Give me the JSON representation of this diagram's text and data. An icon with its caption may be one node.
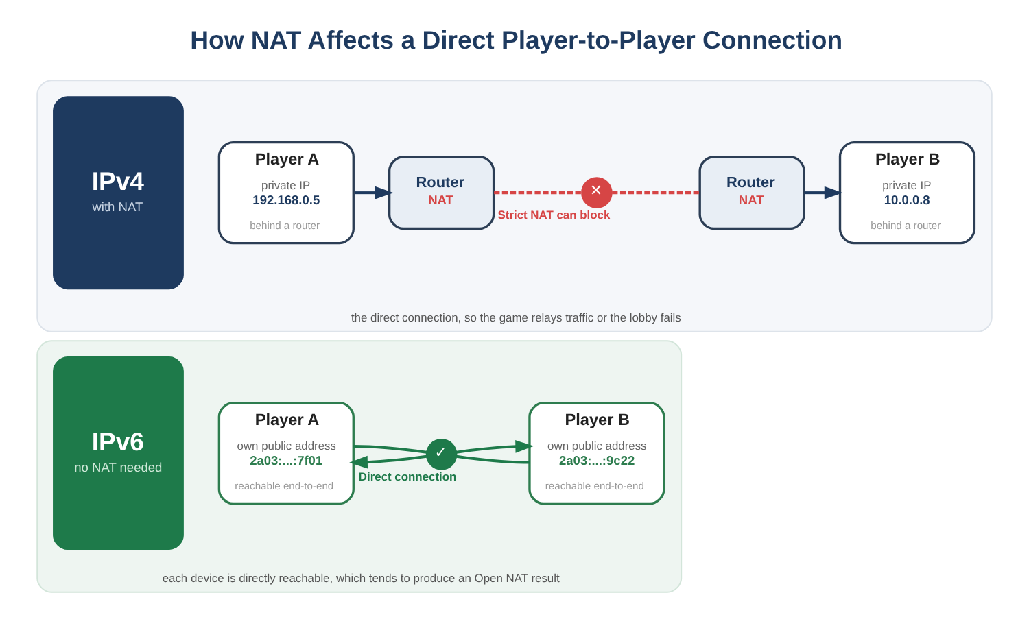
{
  "diagram": {
    "title": "How NAT Affects a Direct Player-to-Player Connection",
    "nodes": [
      {
        "text": [
          "the direct connection, so the game relays traffic or the lobby fails"
        ]
      },
      {
        "text": [
          "IPv4",
          "with NAT"
        ],
        "in": 0
      },
      {
        "text": [
          "Player A",
          "private IP",
          "192.168.0.5",
          "behind a router"
        ],
        "in": 0
      },
      {
        "text": [
          "Router",
          "NAT"
        ],
        "in": 0
      },
      {
        "text": [
          "✕"
        ],
        "in": 0,
        "beside": [
          "Strict NAT can block"
        ]
      },
      {
        "text": [
          "Router",
          "NAT"
        ],
        "in": 0
      },
      {
        "text": [
          "Player B",
          "private IP",
          "10.0.0.8",
          "behind a router"
        ],
        "in": 0
      },
      {
        "text": [
          "each device is directly reachable, which tends to produce an Open NAT result"
        ]
      },
      {
        "text": [
          "IPv6",
          "no NAT needed"
        ],
        "in": 7
      },
      {
        "text": [
          "Player A",
          "own public address",
          "2a03:...:7f01",
          "reachable end-to-end"
        ],
        "in": 7
      },
      {
        "text": [
          "✓"
        ],
        "in": 7,
        "beside": [
          "Direct connection"
        ]
      },
      {
        "text": [
          "Player B",
          "own public address",
          "2a03:...:9c22",
          "reachable end-to-end"
        ],
        "in": 7
      }
    ],
    "edges": [
      {
        "from": 2,
        "to": 3,
        "arrow": "to",
        "color": "#1e3a5f"
      },
      {
        "from": 3,
        "to": 4,
        "arrow": "none",
        "style": "dashed",
        "color": "#d64545"
      },
      {
        "from": 4,
        "to": 5,
        "arrow": "none",
        "style": "dashed",
        "color": "#d64545"
      },
      {
        "from": 5,
        "to": 6,
        "arrow": "to",
        "color": "#1e3a5f"
      },
      {
        "from": 9,
        "to": 10,
        "arrow": "none"
      },
      {
        "from": 10,
        "to": 11,
        "arrow": "to"
      },
      {
        "from": 11,
        "to": 10,
        "arrow": "none"
      },
      {
        "from": 10,
        "to": 9,
        "arrow": "to"
      }
    ]
  }
}
